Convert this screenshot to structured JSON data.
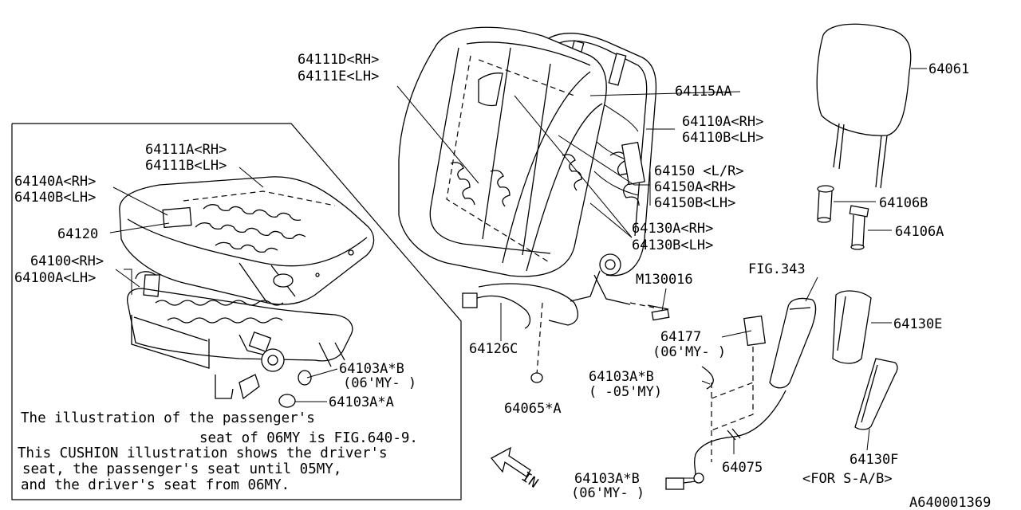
{
  "labels": {
    "p64111D": "64111D<RH>",
    "p64111E": "64111E<LH>",
    "p64115AA": "64115AA",
    "p64061": "64061",
    "p64110A": "64110A<RH>",
    "p64110B": "64110B<LH>",
    "p64150": "64150 <L/R>",
    "p64150A": "64150A<RH>",
    "p64150B": "64150B<LH>",
    "p64106B": "64106B",
    "p64106A": "64106A",
    "p64130A": "64130A<RH>",
    "p64130B": "64130B<LH>",
    "p64111A": "64111A<RH>",
    "p64111B": "64111B<LH>",
    "p64140A": "64140A<RH>",
    "p64140B": "64140B<LH>",
    "p64120": "64120",
    "p64100": "64100<RH>",
    "p64100A": "64100A<LH>",
    "pM130016": "M130016",
    "pFIG343": "FIG.343",
    "p64130E": "64130E",
    "p64177": "64177",
    "p64177_note": "(06'MY- )",
    "p64126C": "64126C",
    "p64103AB_1": "64103A*B",
    "p64103AB_1_note": "(06'MY- )",
    "p64103AA": "64103A*A",
    "p64103AB_2": "64103A*B",
    "p64103AB_2_note": "( -05'MY)",
    "p64065A": "64065*A",
    "p64075": "64075",
    "p64130F": "64130F",
    "p64130F_note": "<FOR S-A/B>",
    "p64103AB_3": "64103A*B",
    "p64103AB_3_note": "(06'MY- )",
    "in_arrow": "IN",
    "diagram_code": "A640001369"
  },
  "note_lines": [
    "The illustration of the passenger's",
    "seat of 06MY is FIG.640-9.",
    "This CUSHION illustration shows the driver's",
    "seat, the passenger's seat until 05MY,",
    "and the driver's seat from 06MY."
  ]
}
